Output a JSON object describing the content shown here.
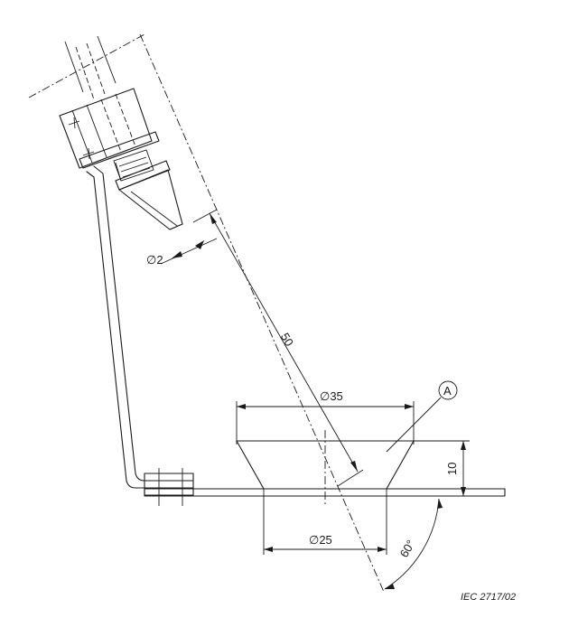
{
  "labels": {
    "diameter_tip": "∅2",
    "length": "50",
    "diameter_top": "∅35",
    "diameter_bottom": "∅25",
    "height": "10",
    "angle": "60°",
    "callout": "A",
    "reference": "IEC   2717/02"
  }
}
